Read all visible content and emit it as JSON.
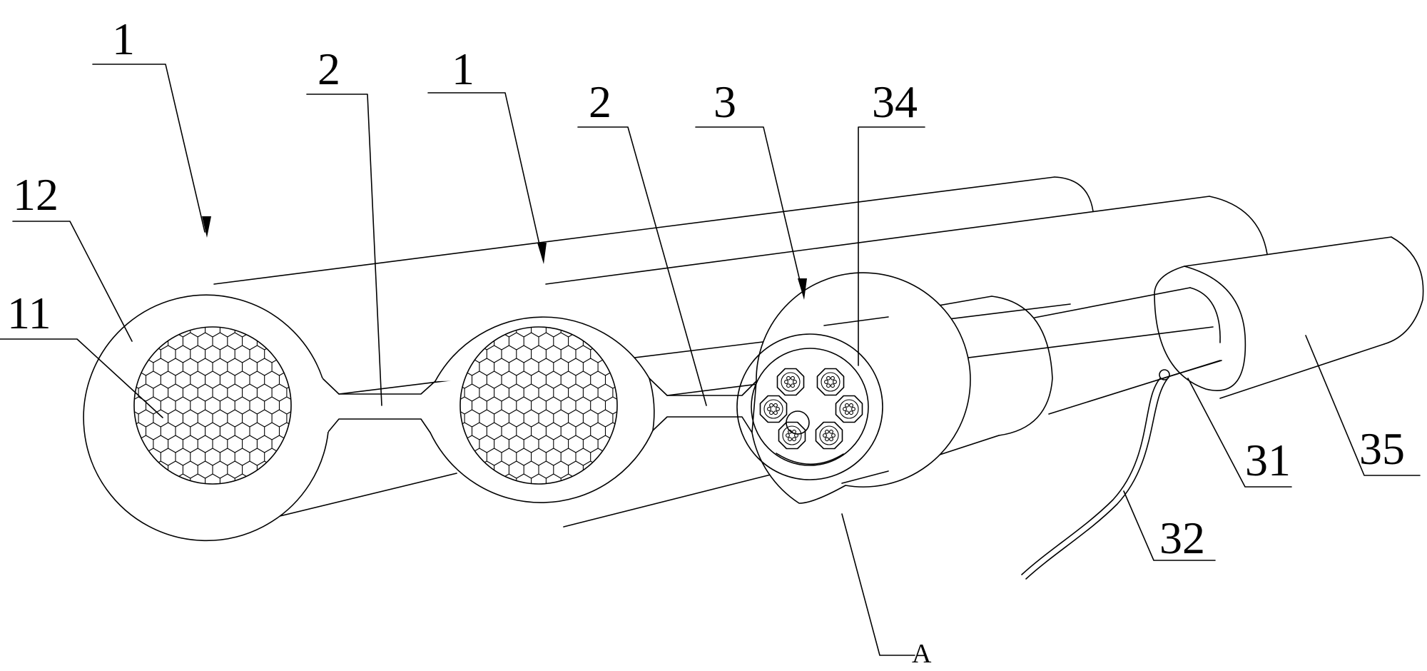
{
  "figure": {
    "background": "#ffffff",
    "stroke": "#000000"
  },
  "labels": {
    "l1a": "1",
    "l2a": "2",
    "l1b": "1",
    "l2b": "2",
    "l3": "3",
    "l34": "34",
    "l12": "12",
    "l11": "11",
    "l31": "31",
    "l35": "35",
    "l32": "32",
    "lA": "A"
  }
}
